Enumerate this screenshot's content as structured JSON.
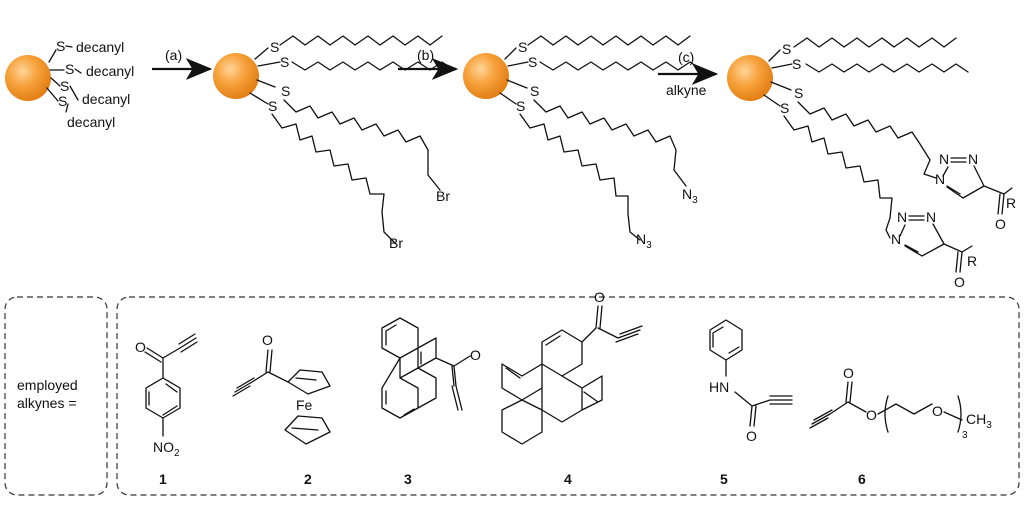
{
  "scheme": {
    "steps": [
      {
        "label": "(a)",
        "reagent": ""
      },
      {
        "label": "(b)",
        "reagent": ""
      },
      {
        "label": "(c)",
        "reagent": "alkyne"
      }
    ],
    "start_material": {
      "atom": "S",
      "ligands": [
        "decanyl",
        "decanyl",
        "decanyl",
        "decanyl"
      ]
    },
    "atoms": {
      "sulfur": "S",
      "bromine": "Br",
      "azide": "N",
      "azide_sub": "3",
      "nitrogen": "N",
      "oxygen": "O",
      "r_group": "R",
      "iron": "Fe",
      "amine": "HN",
      "nitro": "NO",
      "nitro_sub": "2",
      "methyl": "CH",
      "methyl_sub": "3",
      "peg_sub": "3"
    },
    "alkyne_box": {
      "label_line1": "employed",
      "label_line2": "alkynes =",
      "compound_numbers": [
        "1",
        "2",
        "3",
        "4",
        "5",
        "6"
      ]
    },
    "colors": {
      "nanoparticle_center": "#ffd59a",
      "nanoparticle_mid": "#f7a23c",
      "nanoparticle_edge": "#e07a10"
    }
  }
}
